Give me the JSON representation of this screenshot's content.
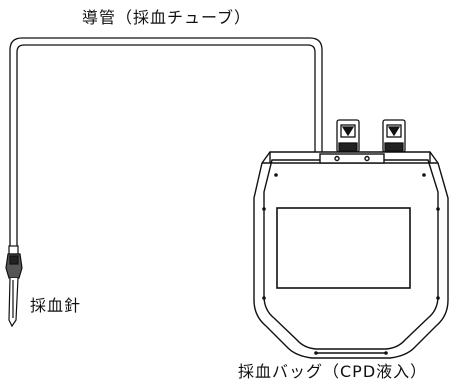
{
  "labels": {
    "tube": "導管（採血チューブ）",
    "needle": "採血針",
    "bag": "採血バッグ（CPD液入）"
  }
}
